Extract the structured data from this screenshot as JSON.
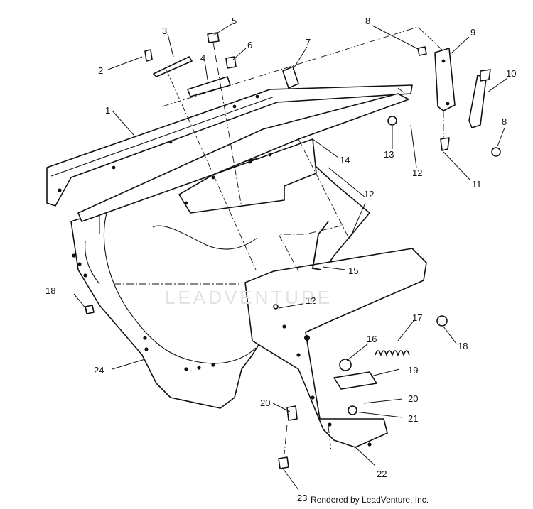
{
  "diagram": {
    "callouts": [
      "1",
      "2",
      "3",
      "4",
      "5",
      "6",
      "7",
      "8",
      "8",
      "9",
      "10",
      "11",
      "12",
      "12",
      "12",
      "12",
      "13",
      "14",
      "15",
      "16",
      "17",
      "18",
      "18",
      "19",
      "20",
      "20",
      "21",
      "22",
      "23",
      "24"
    ],
    "credit": "Rendered by LeadVenture, Inc.",
    "watermark": "LEADVENTURE"
  }
}
